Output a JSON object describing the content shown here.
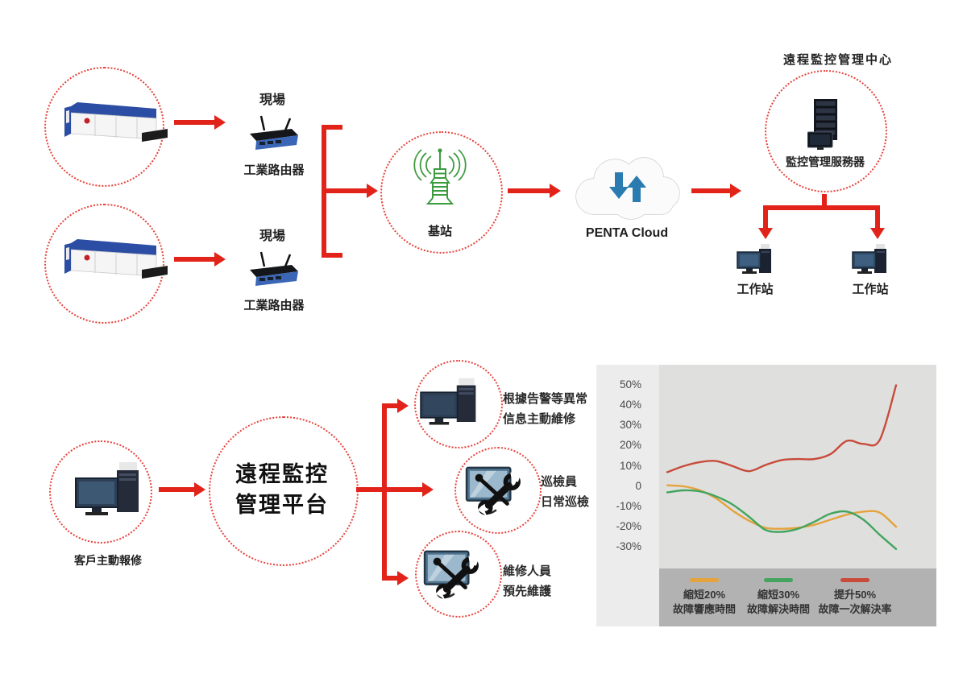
{
  "colors": {
    "diagram_red": "#e2231a",
    "chart_orange": "#e6a23c",
    "chart_green": "#44a45f",
    "chart_red": "#c84b3b",
    "panel_bg": "#ececec",
    "plot_bg": "#dfe0de",
    "legend_bg": "#b2b2b2"
  },
  "icons": {
    "machine": "industrial-laser-cutter",
    "router": "wireless-router",
    "base_station": "antenna-tower",
    "cloud": "cloud-with-sync-arrows",
    "server": "server-tower-with-monitor",
    "workstation": "desktop-computer",
    "client_pc": "desktop-computer-with-tower",
    "maintenance": "monitor-with-tools"
  },
  "top": {
    "sites": [
      {
        "location": "現場",
        "router_name": "工業路由器"
      },
      {
        "location": "現場",
        "router_name": "工業路由器"
      }
    ],
    "base_station": {
      "label": "基站"
    },
    "cloud": {
      "label": "PENTA Cloud"
    },
    "center": {
      "title": "遠程監控管理中心",
      "server_label": "監控管理服務器",
      "workstations": [
        {
          "label": "工作站"
        },
        {
          "label": "工作站"
        }
      ]
    }
  },
  "bottom": {
    "client": {
      "label": "客戶主動報修"
    },
    "platform": {
      "line1": "遠程監控",
      "line2": "管理平台"
    },
    "items": [
      {
        "line1": "根據告警等異常",
        "line2": "信息主動維修"
      },
      {
        "line1": "巡檢員",
        "line2": "日常巡檢"
      },
      {
        "line1": "維修人員",
        "line2": "預先維護"
      }
    ]
  },
  "chart_data": {
    "type": "line",
    "title": "",
    "xlabel": "",
    "ylabel": "",
    "grid": false,
    "legend_position": "bottom",
    "y_ticks": [
      "50%",
      "40%",
      "30%",
      "20%",
      "10%",
      "0",
      "-10%",
      "-20%",
      "-30%"
    ],
    "ylim": [
      -35,
      55
    ],
    "x": [
      0,
      1,
      2,
      3,
      4,
      5,
      6,
      7,
      8,
      9,
      10,
      11,
      12,
      13,
      14
    ],
    "series": [
      {
        "name": "縮短20% 故障響應時間",
        "color": "#e6a23c",
        "values": [
          0.5,
          0,
          -2,
          -6,
          -12,
          -17,
          -20.5,
          -21,
          -20.5,
          -19,
          -16.5,
          -14,
          -12.5,
          -13,
          -20
        ]
      },
      {
        "name": "縮短30% 故障解決時間",
        "color": "#44a45f",
        "values": [
          -3,
          -2,
          -2.5,
          -5,
          -9,
          -15,
          -21.5,
          -22.5,
          -21,
          -17.5,
          -13.5,
          -12.5,
          -16.5,
          -24,
          -31
        ]
      },
      {
        "name": "提升50% 故障一次解決率",
        "color": "#c84b3b",
        "values": [
          7,
          10,
          12,
          12.5,
          10,
          7.5,
          10.5,
          13,
          13.5,
          13.5,
          16,
          22.5,
          21,
          23,
          50
        ]
      }
    ],
    "legend": [
      {
        "line1": "縮短20%",
        "line2": "故障響應時間",
        "color": "#e6a23c"
      },
      {
        "line1": "縮短30%",
        "line2": "故障解決時間",
        "color": "#44a45f"
      },
      {
        "line1": "提升50%",
        "line2": "故障一次解決率",
        "color": "#c84b3b"
      }
    ]
  }
}
